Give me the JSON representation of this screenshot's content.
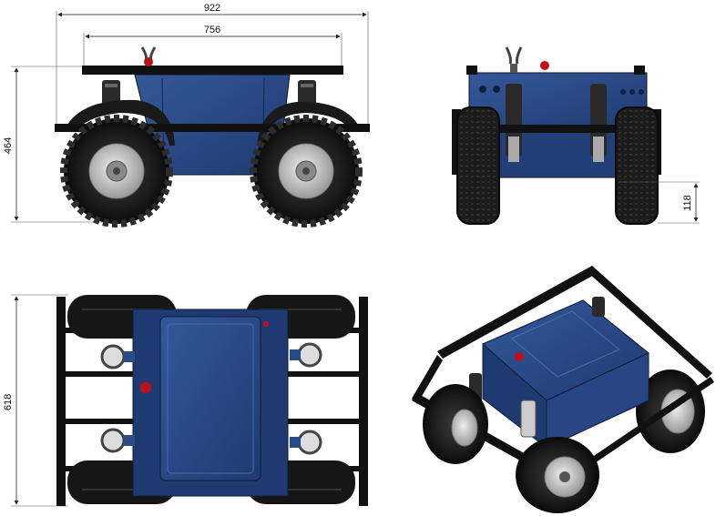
{
  "dimensions": {
    "overall_width": "922",
    "deck_width": "756",
    "height": "464",
    "ground_clearance": "118",
    "length": "618"
  },
  "colors": {
    "body": "#2b4a86",
    "body_dark": "#1d3566",
    "tire": "#1a1a1a",
    "rim": "#c8c8c8",
    "frame": "#111111",
    "estop": "#c0101a"
  }
}
